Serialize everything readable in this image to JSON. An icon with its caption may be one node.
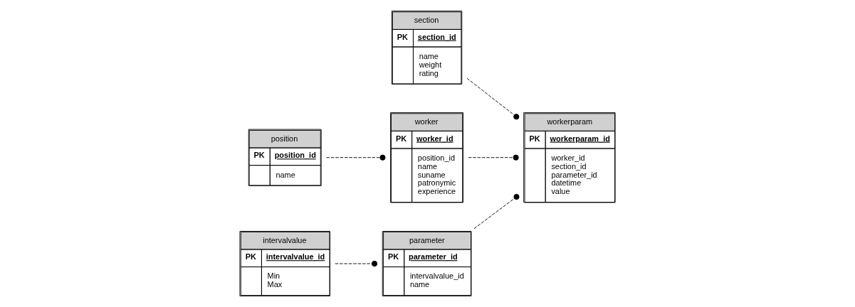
{
  "diagram": {
    "nodes": [
      {
        "text": [
          "section",
          "PK",
          "section_id",
          "name",
          "weight",
          "rating"
        ]
      },
      {
        "text": [
          "workerparam",
          "PK",
          "workerparam_id",
          "worker_id",
          "section_id",
          "parameter_id",
          "datetime",
          "value"
        ]
      },
      {
        "text": [
          "worker",
          "PK",
          "worker_id",
          "position_id",
          "name",
          "suname",
          "patronymic",
          "experience"
        ]
      },
      {
        "text": [
          "parameter",
          "PK",
          "parameter_id",
          "intervalvalue_id",
          "name"
        ]
      },
      {
        "text": [
          "position",
          "PK",
          "position_id",
          "name"
        ]
      },
      {
        "text": [
          "intervalvalue",
          "PK",
          "intervalvalue_id",
          "Min",
          "Max"
        ]
      }
    ],
    "edges": [
      {
        "from": 0,
        "to": 1,
        "arrow": "other",
        "style": "dashed"
      },
      {
        "from": 3,
        "to": 1,
        "arrow": "other",
        "style": "dashed"
      },
      {
        "from": 2,
        "to": 1,
        "arrow": "other",
        "style": "dashed"
      },
      {
        "from": 5,
        "to": 3,
        "arrow": "other",
        "style": "dashed"
      },
      {
        "from": 4,
        "to": 2,
        "arrow": "other",
        "style": "dashed"
      }
    ]
  }
}
